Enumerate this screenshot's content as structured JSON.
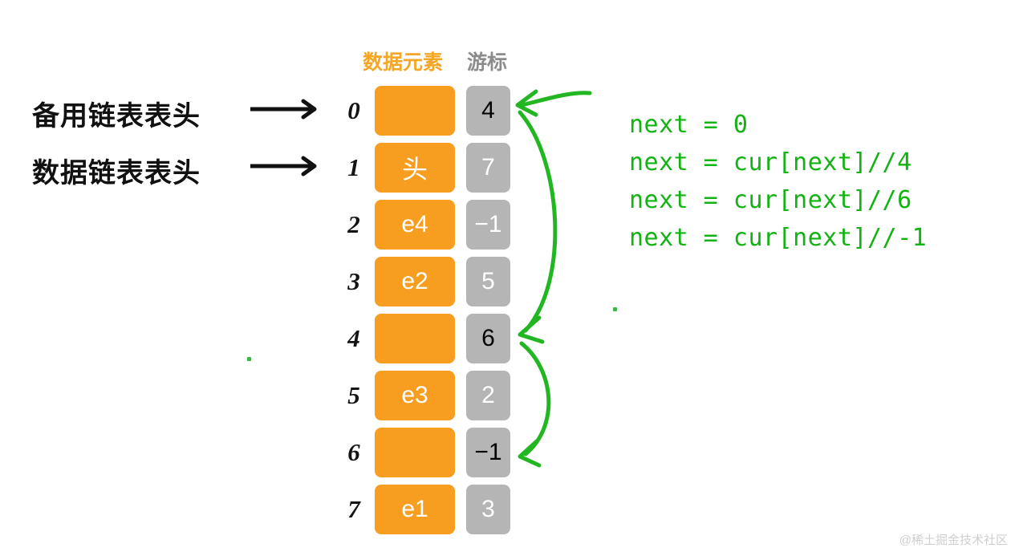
{
  "diagram": {
    "title_labels": {
      "data_element": "数据元素",
      "cursor": "游标"
    },
    "colors": {
      "data_cell": "#F79E21",
      "cursor_cell": "#B5B5B5",
      "header_data_element": "#F5A623",
      "header_cursor": "#8C8C8C",
      "arrow_green": "#12B312",
      "index_text": "#141414",
      "background": "#FFFFFF",
      "watermark": "#CFCFCF"
    },
    "left_annotations": [
      {
        "label": "备用链表表头",
        "arrow": "right-arrow",
        "points_to_row": 0
      },
      {
        "label": "数据链表表头",
        "arrow": "right-arrow",
        "points_to_row": 1
      }
    ],
    "rows": [
      {
        "index": "0",
        "data": "",
        "cursor": "4",
        "cursor_highlighted": true
      },
      {
        "index": "1",
        "data": "头",
        "cursor": "7",
        "cursor_highlighted": false
      },
      {
        "index": "2",
        "data": "e4",
        "cursor": "−1",
        "cursor_highlighted": false
      },
      {
        "index": "3",
        "data": "e2",
        "cursor": "5",
        "cursor_highlighted": false
      },
      {
        "index": "4",
        "data": "",
        "cursor": "6",
        "cursor_highlighted": true
      },
      {
        "index": "5",
        "data": "e3",
        "cursor": "2",
        "cursor_highlighted": false
      },
      {
        "index": "6",
        "data": "",
        "cursor": "−1",
        "cursor_highlighted": true
      },
      {
        "index": "7",
        "data": "e1",
        "cursor": "3",
        "cursor_highlighted": false
      }
    ],
    "code_lines": [
      "next = 0",
      "next = cur[next]//4",
      "next = cur[next]//6",
      "next = cur[next]//-1"
    ],
    "traversal_arrows": [
      {
        "from": "entry",
        "to_row": 0,
        "shape": "straight-left"
      },
      {
        "from_row": 0,
        "to_row": 4,
        "shape": "curve"
      },
      {
        "from_row": 4,
        "to_row": 6,
        "shape": "curve"
      }
    ],
    "watermark": "@稀土掘金技术社区"
  }
}
